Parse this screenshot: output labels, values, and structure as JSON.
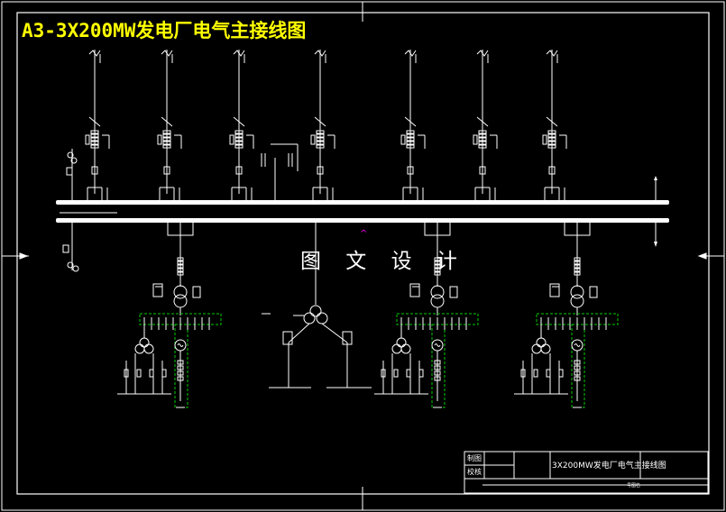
{
  "drawing": {
    "title": "A3-3X200MW发电厂电气主接线图",
    "watermark": "图 文 设 计",
    "title_block": {
      "row1_label": "制图",
      "row2_label": "校核",
      "drawing_name": "3X200MW发电厂电气主接线图",
      "sheet": "一号图名"
    }
  },
  "colors": {
    "background": "#000000",
    "lines": "#ffffff",
    "title": "#ffff00",
    "equipment_boundary": "#00cc00",
    "marker": "#ff00ff"
  },
  "symbols": {
    "bus": "double-busbar",
    "feeder": "line-bay-with-disconnectors-and-breaker",
    "unit": "generator-transformer-unit",
    "transformer": "three-winding-transformer",
    "generator": "generator-icon"
  }
}
